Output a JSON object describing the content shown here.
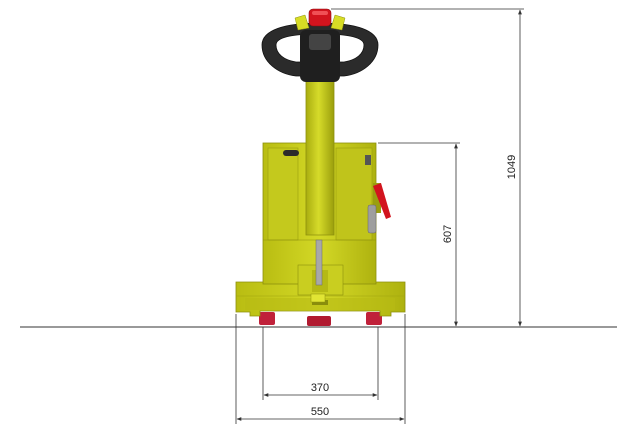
{
  "diagram": {
    "colors": {
      "body": "#c8cd1c",
      "body_dark": "#9fa30f",
      "body_shadow": "#7f8210",
      "handle": "#2b2b2b",
      "accent_red": "#d2141e",
      "wheel": "#c0213a",
      "line": "#333333"
    },
    "dimensions": {
      "total_height": "1049",
      "chassis_height": "607",
      "wheel_track": "370",
      "overall_width": "550"
    }
  }
}
